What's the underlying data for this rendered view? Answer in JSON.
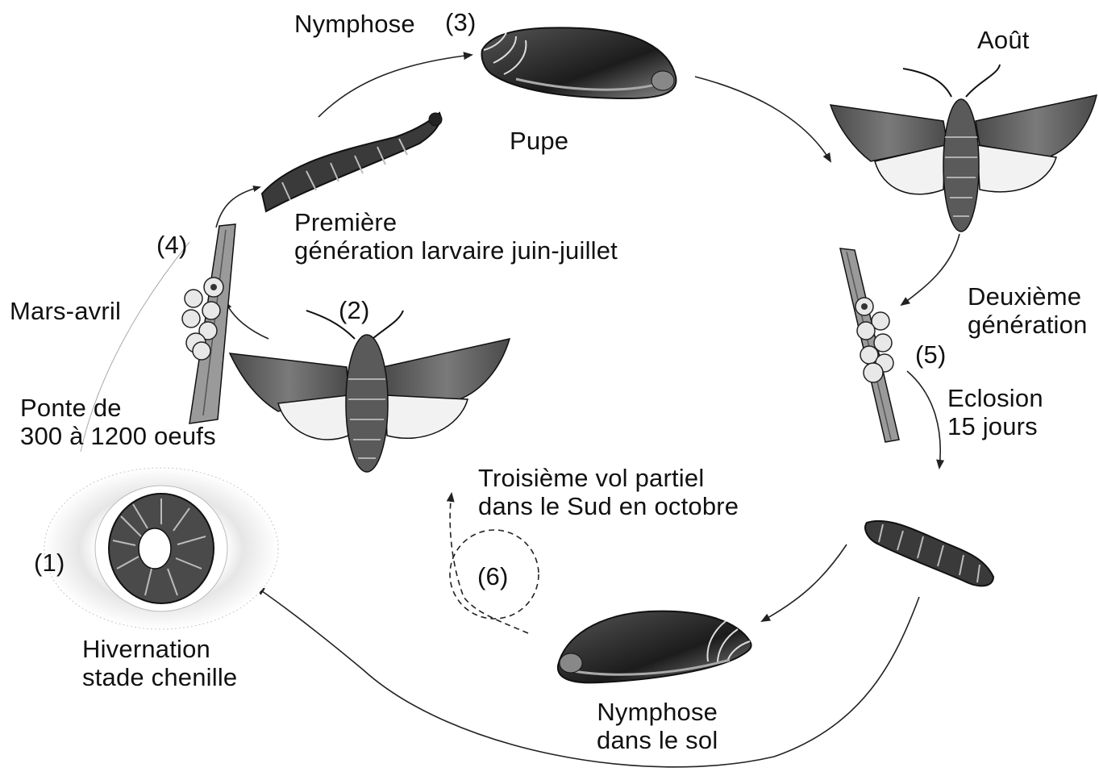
{
  "labels": {
    "nymphose_top": "Nymphose",
    "step3": "(3)",
    "aout": "Août",
    "pupe": "Pupe",
    "premiere_line1": "Première",
    "premiere_line2": "génération larvaire juin-juillet",
    "step4": "(4)",
    "mars_avril": "Mars-avril",
    "step2": "(2)",
    "deuxieme_line1": "Deuxième",
    "deuxieme_line2": "génération",
    "step5": "(5)",
    "eclosion_line1": "Eclosion",
    "eclosion_line2": "15 jours",
    "ponte_line1": "Ponte de",
    "ponte_line2": "300 à 1200 oeufs",
    "troisieme_line1": "Troisième vol partiel",
    "troisieme_line2": "dans le Sud en octobre",
    "step1": "(1)",
    "step6": "(6)",
    "hivernation_line1": "Hivernation",
    "hivernation_line2": "stade chenille",
    "nymphose_sol_line1": "Nymphose",
    "nymphose_sol_line2": "dans le sol"
  },
  "stages": [
    "pupa-top-illustration",
    "adult-moth-aout-illustration",
    "larva-first-generation-illustration",
    "egg-stem-left-illustration",
    "adult-moth-center-illustration",
    "egg-stem-right-illustration",
    "overwintering-larva-illustration",
    "larva-second-generation-illustration",
    "pupa-soil-illustration"
  ]
}
